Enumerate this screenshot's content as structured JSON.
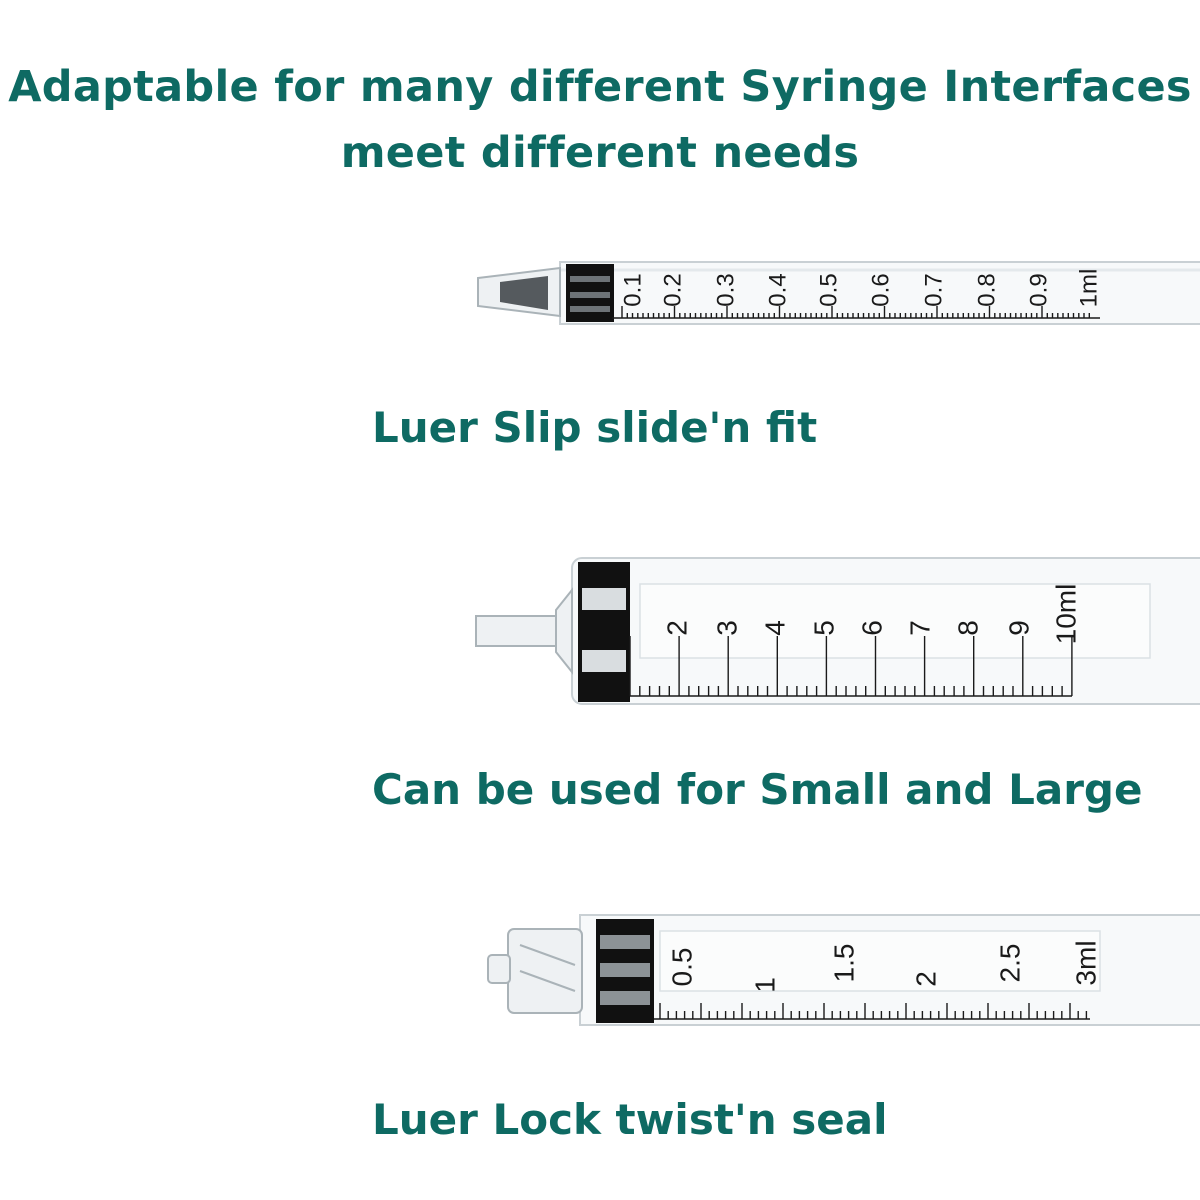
{
  "header": {
    "line1": "Adaptable for many different Syringe Interfaces",
    "line2": "meet different needs"
  },
  "syringes": [
    {
      "caption": "Luer Slip slide'n fit",
      "labels": [
        "0.1",
        "0.2",
        "0.3",
        "0.4",
        "0.5",
        "0.6",
        "0.7",
        "0.8",
        "0.9",
        "1ml"
      ]
    },
    {
      "caption": "Can be used for Small and Large",
      "labels": [
        "2",
        "3",
        "4",
        "5",
        "6",
        "7",
        "8",
        "9",
        "10ml"
      ]
    },
    {
      "caption": "Luer Lock twist'n seal",
      "labels": [
        "0.5",
        "1",
        "1.5",
        "2",
        "2.5",
        "3ml"
      ]
    }
  ],
  "colors": {
    "text": "#0e6a63",
    "stopper": "#111111",
    "scale": "#1a1a1a"
  }
}
